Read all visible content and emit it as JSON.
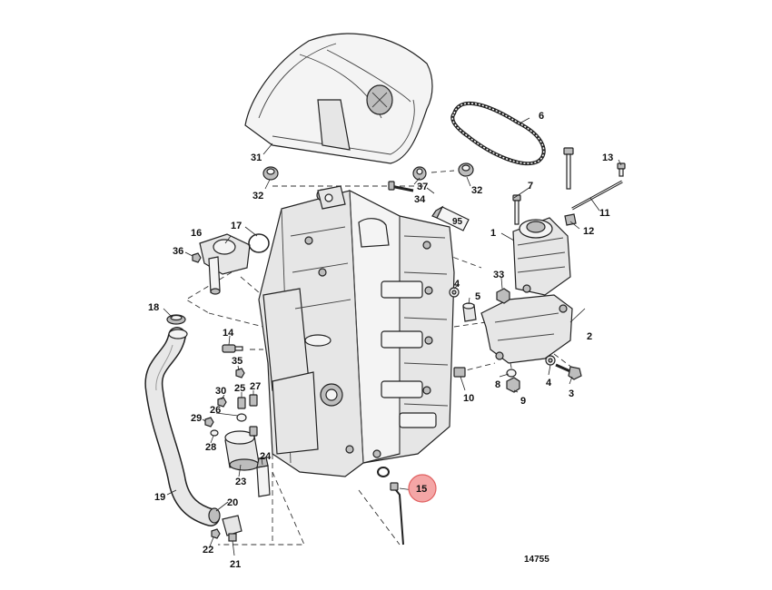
{
  "diagram": {
    "figure_number": "14755",
    "highlight": {
      "label": "15",
      "color": "#f4a6a6",
      "stroke": "#e06060"
    },
    "callouts": [
      "1",
      "2",
      "3",
      "4",
      "4",
      "5",
      "6",
      "7",
      "8",
      "9",
      "10",
      "11",
      "12",
      "13",
      "14",
      "15",
      "16",
      "17",
      "18",
      "19",
      "20",
      "21",
      "22",
      "23",
      "24",
      "25",
      "26",
      "27",
      "28",
      "29",
      "30",
      "31",
      "32",
      "32",
      "33",
      "34",
      "35",
      "36",
      "37"
    ],
    "sealant_labels": {
      "tube_95": "95"
    }
  }
}
